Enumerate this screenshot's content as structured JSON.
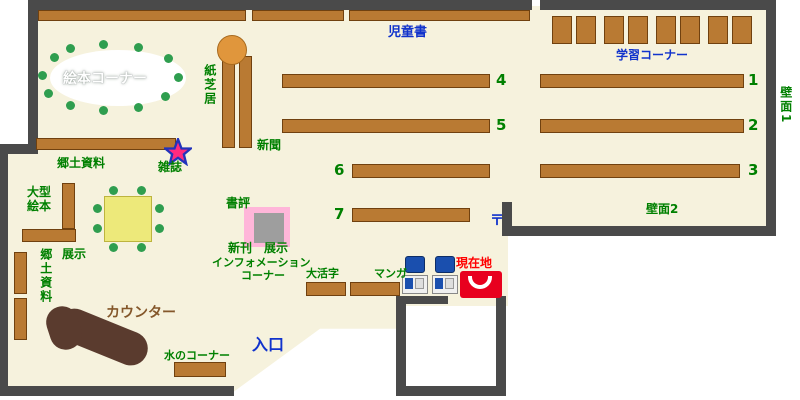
{
  "colors": {
    "floor": "#f6f2dd",
    "wall": "#4a4a4a",
    "shelf": "#b97a33",
    "label_green": "#008000",
    "label_blue": "#1133cc",
    "label_red": "#ff0000",
    "counter": "#5a3b2e",
    "current_location_marker": "#e8001e"
  },
  "areas": {
    "children_books": "児童書",
    "study_corner": "学習コーナー",
    "wall1": "壁面1",
    "wall2": "壁面2",
    "picture_book_corner": "絵本コーナー",
    "kamishibai": "紙芝居",
    "newspaper": "新聞",
    "local_materials_top": "郷土資料",
    "magazines": "雑誌",
    "large_picture_books": "大型絵本",
    "exhibit": "展示",
    "local_materials_left": "郷土資料",
    "book_review": "書評",
    "new_books_exhibit": "新刊　展示",
    "info_line1": "インフォメーション",
    "info_line2": "コーナー",
    "large_print": "大活字",
    "manga": "マンガ",
    "current_location": "現在地",
    "counter": "カウンター",
    "water_corner": "水のコーナー",
    "entrance": "入口",
    "post_symbol": "〒"
  },
  "shelf_numbers": {
    "s1": "1",
    "s2": "2",
    "s3": "3",
    "s4": "4",
    "s5": "5",
    "s6": "6",
    "s7": "7"
  }
}
